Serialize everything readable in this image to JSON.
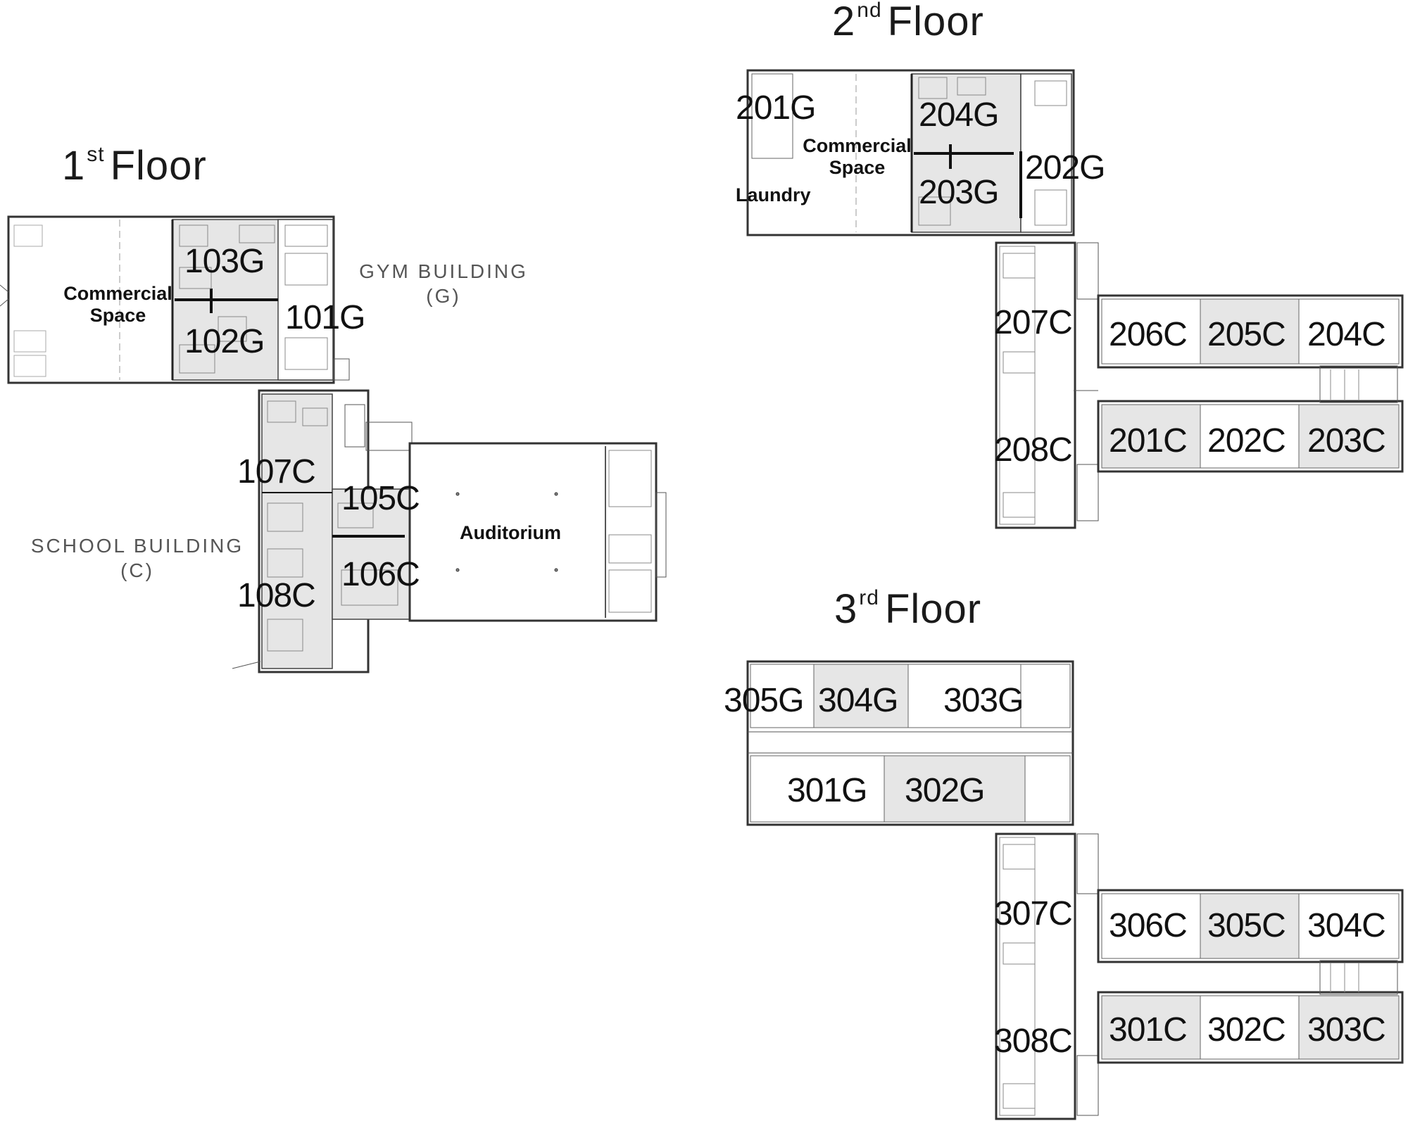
{
  "floors": {
    "first": {
      "num": "1",
      "sup": "st",
      "word": "Floor"
    },
    "second": {
      "num": "2",
      "sup": "nd",
      "word": "Floor"
    },
    "third": {
      "num": "3",
      "sup": "rd",
      "word": "Floor"
    }
  },
  "buildings": {
    "gym": {
      "name": "GYM BUILDING",
      "code": "(G)"
    },
    "school": {
      "name": "SCHOOL BUILDING",
      "code": "(C)"
    }
  },
  "spaces": {
    "commercial_1": {
      "line1": "Commercial",
      "line2": "Space"
    },
    "commercial_2": {
      "line1": "Commercial",
      "line2": "Space"
    },
    "auditorium": "Auditorium",
    "laundry": "Laundry"
  },
  "units": {
    "first": [
      "103G",
      "102G",
      "101G",
      "107C",
      "105C",
      "106C",
      "108C"
    ],
    "second": [
      "201G",
      "204G",
      "203G",
      "202G",
      "207C",
      "206C",
      "205C",
      "204C",
      "201C",
      "202C",
      "203C",
      "208C"
    ],
    "third": [
      "305G",
      "304G",
      "303G",
      "301G",
      "302G",
      "307C",
      "306C",
      "305C",
      "304C",
      "301C",
      "302C",
      "303C",
      "308C"
    ]
  }
}
